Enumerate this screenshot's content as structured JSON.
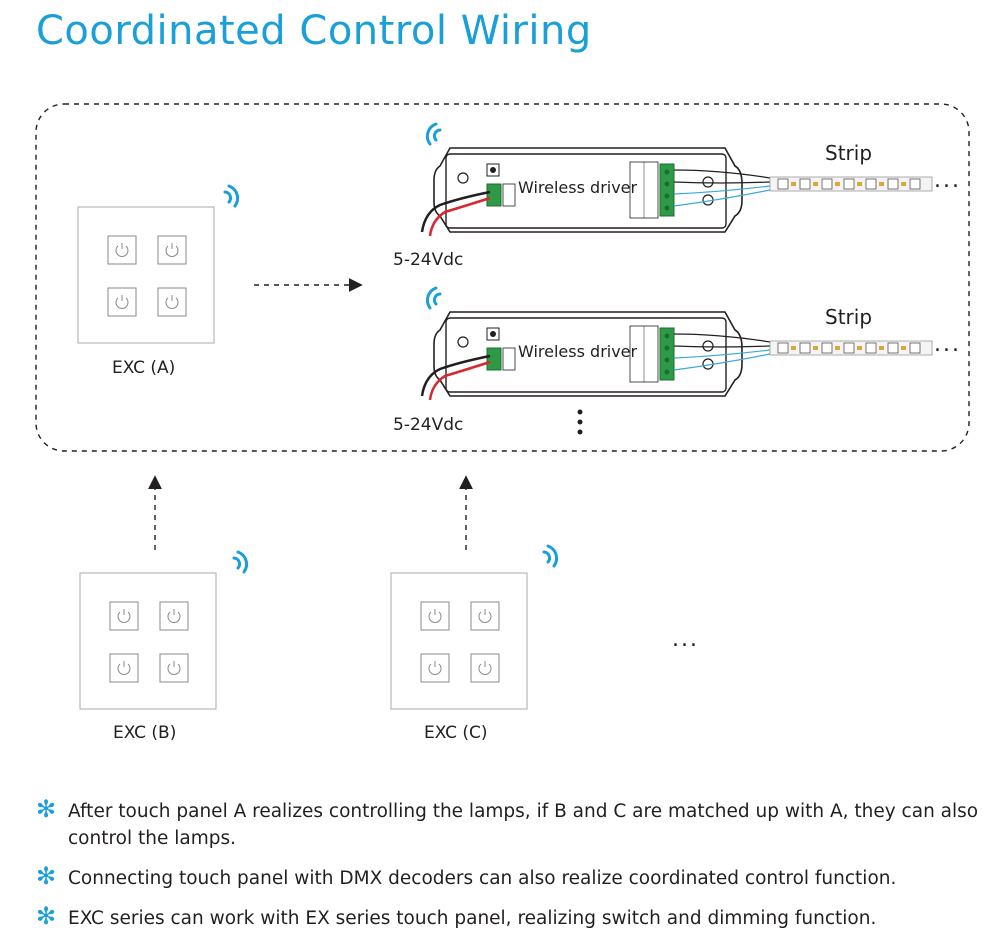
{
  "title": "Coordinated Control Wiring",
  "panels": {
    "a": {
      "label": "EXC (A)"
    },
    "b": {
      "label": "EXC (B)"
    },
    "c": {
      "label": "EXC (C)"
    }
  },
  "drivers": [
    {
      "label": "Wireless driver",
      "power": "5-24Vdc",
      "strip": "Strip"
    },
    {
      "label": "Wireless driver",
      "power": "5-24Vdc",
      "strip": "Strip"
    }
  ],
  "more_symbol": "...",
  "notes": [
    "After touch panel A realizes controlling the lamps, if B and C are matched up with A, they can also control the lamps.",
    "Connecting touch panel with DMX decoders can also realize coordinated control function.",
    "EXC series can work with EX series touch panel, realizing switch and dimming function."
  ],
  "colors": {
    "accent": "#1a9fd9",
    "text": "#231f20",
    "wire_red": "#d7282f",
    "wire_blue": "#3aa9d9",
    "terminal_green": "#2e9a47"
  },
  "icons": [
    "wireless-signal-icon",
    "power-button-icon",
    "asterisk-bullet-icon",
    "arrow-icon"
  ]
}
